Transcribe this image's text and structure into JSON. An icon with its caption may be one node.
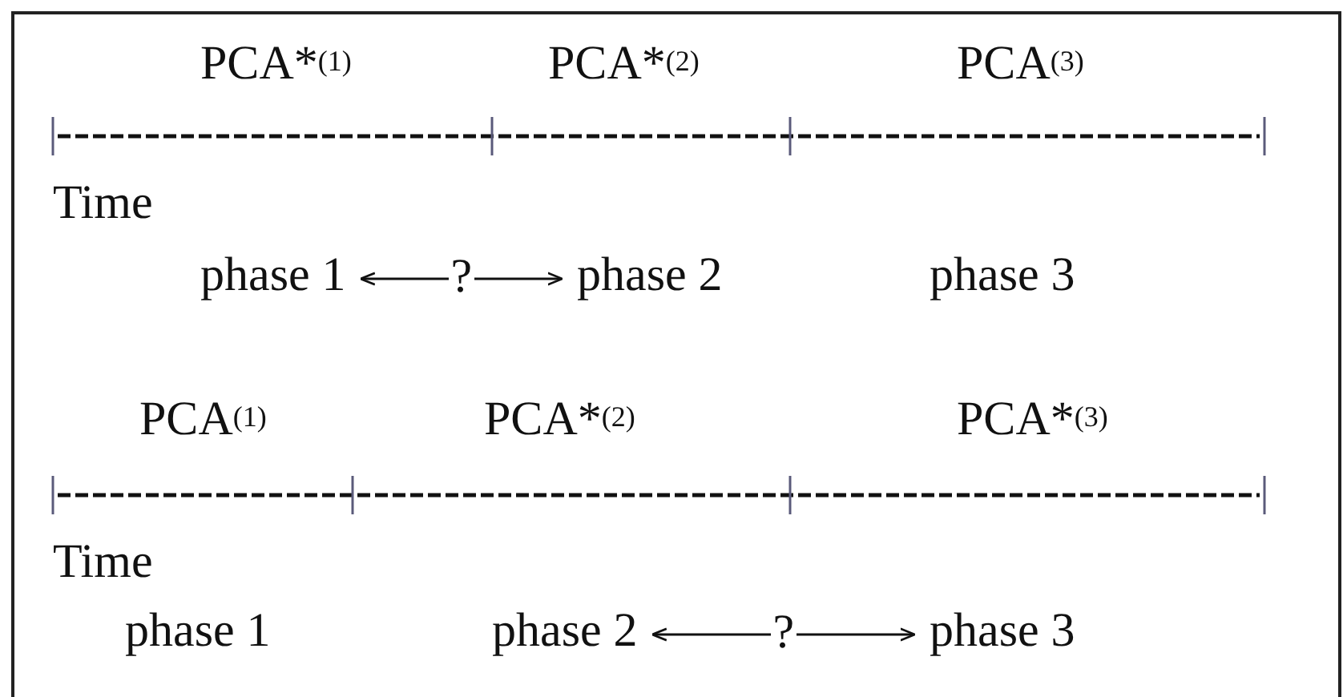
{
  "diagram": {
    "nodes": [
      {
        "text": [
          "phase 1"
        ]
      },
      {
        "text": [
          "phase 2"
        ]
      },
      {
        "text": [
          "phase 2"
        ]
      },
      {
        "text": [
          "phase 3"
        ]
      }
    ],
    "edges": [
      {
        "from": 0,
        "to": 1,
        "arrow": "both",
        "label": "?"
      },
      {
        "from": 2,
        "to": 3,
        "arrow": "both",
        "label": "?"
      }
    ],
    "labels": [
      "PCA*$^{(1)}$",
      "PCA*$^{(2)}$",
      "PCA$^{(3)}$",
      "Time",
      "phase 3",
      "PCA$^{(1)}$",
      "PCA*$^{(2)}$",
      "PCA*$^{(3)}$",
      "Time",
      "phase 1"
    ]
  }
}
